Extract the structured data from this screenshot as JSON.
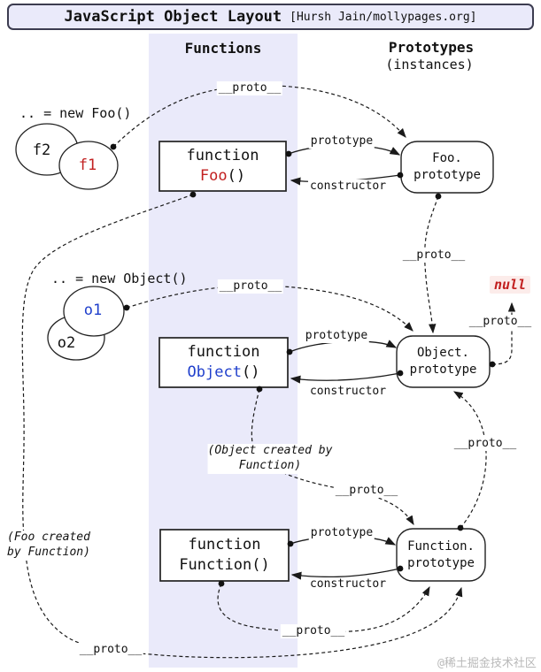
{
  "title": {
    "main": "JavaScript Object Layout",
    "credit": "[Hursh Jain/mollypages.org]"
  },
  "headers": {
    "functions": "Functions",
    "prototypes": "Prototypes",
    "instances": "(instances)"
  },
  "instances": {
    "foo_expression": ".. = new Foo()",
    "f2_label": "f2",
    "f1_label": "f1",
    "object_expression": ".. = new Object()",
    "o1_label": "o1",
    "o2_label": "o2"
  },
  "function_boxes": {
    "foo": {
      "keyword": "function",
      "name": "Foo",
      "parens": "()"
    },
    "object": {
      "keyword": "function",
      "name": "Object",
      "parens": "()"
    },
    "function": {
      "keyword": "function",
      "name": "Function",
      "parens": "()"
    }
  },
  "prototype_boxes": {
    "foo": {
      "line1": "Foo.",
      "line2": "prototype"
    },
    "object": {
      "line1": "Object.",
      "line2": "prototype"
    },
    "function": {
      "line1": "Function.",
      "line2": "prototype"
    }
  },
  "edge_labels": {
    "proto": "__proto__",
    "prototype": "prototype",
    "constructor": "constructor",
    "null": "null"
  },
  "notes": {
    "object_created_line1": "(Object created by",
    "object_created_line2": "Function)",
    "foo_created_line1": "(Foo created",
    "foo_created_line2": "by Function)"
  },
  "watermark": "@稀土掘金技术社区",
  "colors": {
    "red": "#c22020",
    "blue": "#1f3fcc",
    "band": "#eaeafa",
    "null_bg": "#fcecea"
  }
}
